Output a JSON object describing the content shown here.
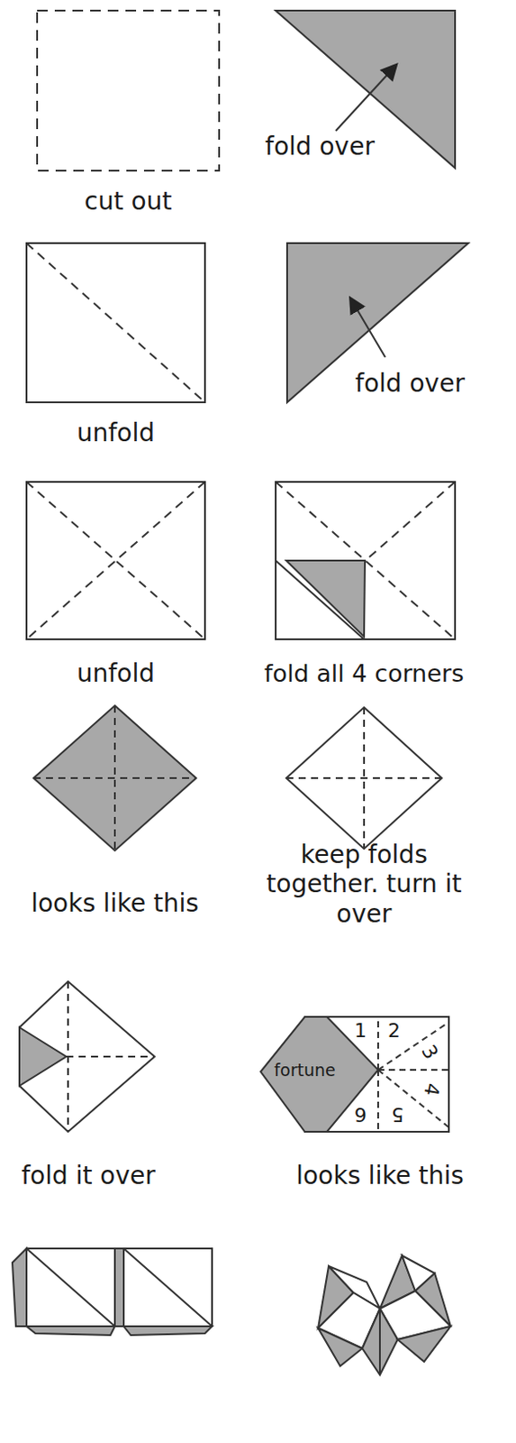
{
  "diagram": {
    "labels": [
      "cut out",
      "fold over",
      "unfold",
      "fold over",
      "unfold",
      "fold all 4 corners",
      "looks like this",
      "keep folds together. turn it over",
      "fold it over",
      "fortune",
      "1",
      "2",
      "3",
      "4",
      "5",
      "6",
      "looks like this"
    ]
  }
}
